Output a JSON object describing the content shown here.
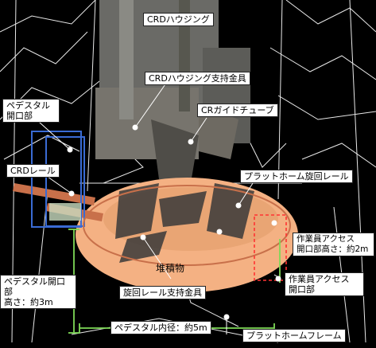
{
  "labels": {
    "crd_housing": "CRDハウジング",
    "crd_housing_bracket": "CRDハウジング支持金具",
    "cr_guide_tube": "CRガイドチューブ",
    "pedestal_opening": "ペデスタル\n開口部",
    "crd_rail": "CRDレール",
    "platform_rail": "プラットホーム旋回レール",
    "worker_access_height": "作業員アクセス\n開口部高さ：約2m",
    "deposit": "堆積物",
    "pedestal_opening_height": "ペデスタル開口部\n高さ：約3m",
    "rail_support_bracket": "旋回レール支持金具",
    "worker_access_opening": "作業員アクセス\n開口部",
    "pedestal_inner_diameter": "ペデスタル内径：約5m",
    "platform_frame": "プラットホームフレーム"
  },
  "colors": {
    "background": "#000000",
    "wireframe": "#e8e8e8",
    "housing": "#6a6a66",
    "deposit": "#f4b183",
    "rail": "#c8704a",
    "dimension": "#7ed957",
    "access_dash": "#ff3333",
    "rail_box": "#3a6bd4"
  }
}
